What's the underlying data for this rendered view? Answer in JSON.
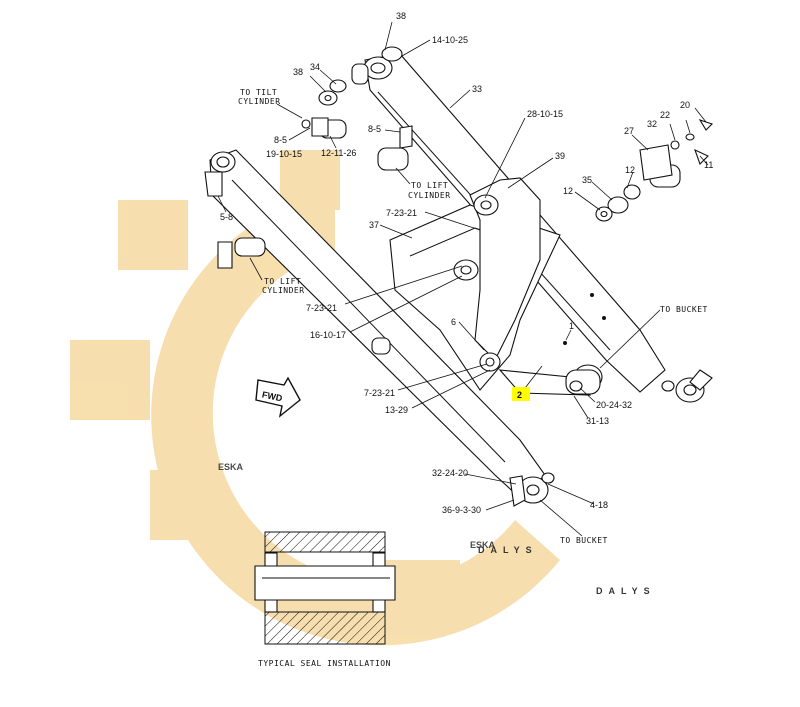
{
  "watermark": {
    "brand_main": "ESKA",
    "brand_sub": "ESKA",
    "dalys_1": "DALYS",
    "dalys_2": "DALYS",
    "color": "#f6d9a0"
  },
  "callouts": {
    "c38_top": "38",
    "c14_10_25": "14-10-25",
    "c38_left": "38",
    "c34": "34",
    "c33": "33",
    "tilt_1": "TO TILT",
    "tilt_2": "CYLINDER",
    "c8_5_left": "8-5",
    "c19_10_15": "19-10-15",
    "c12_11_26": "12-11-26",
    "c8_5_right": "8-5",
    "lift_top_1": "TO LIFT",
    "lift_top_2": "CYLINDER",
    "c28_10_15": "28-10-15",
    "c39": "39",
    "c20": "20",
    "c22": "22",
    "c32": "32",
    "c27": "27",
    "c11": "11",
    "c12_upper": "12",
    "c35": "35",
    "c12_lower": "12",
    "c5_8": "5-8",
    "c7_23_21_a": "7-23-21",
    "c37": "37",
    "lift_left_1": "TO LIFT",
    "lift_left_2": "CYLINDER",
    "c7_23_21_b": "7-23-21",
    "c16_10_17": "16-10-17",
    "c6": "6",
    "c1": "1",
    "to_bucket_right": "TO BUCKET",
    "fwd": "FWD",
    "c7_23_21_c": "7-23-21",
    "c13_29": "13-29",
    "c2": "2",
    "c20_24_32": "20-24-32",
    "c31_13": "31-13",
    "c32_24_20": "32-24-20",
    "c4_18": "4-18",
    "c36_9_3_30": "36-9-3-30",
    "to_bucket_bottom": "TO BUCKET",
    "seal_caption": "TYPICAL SEAL INSTALLATION"
  },
  "highlight": {
    "item": "2",
    "color": "#ffff00"
  }
}
